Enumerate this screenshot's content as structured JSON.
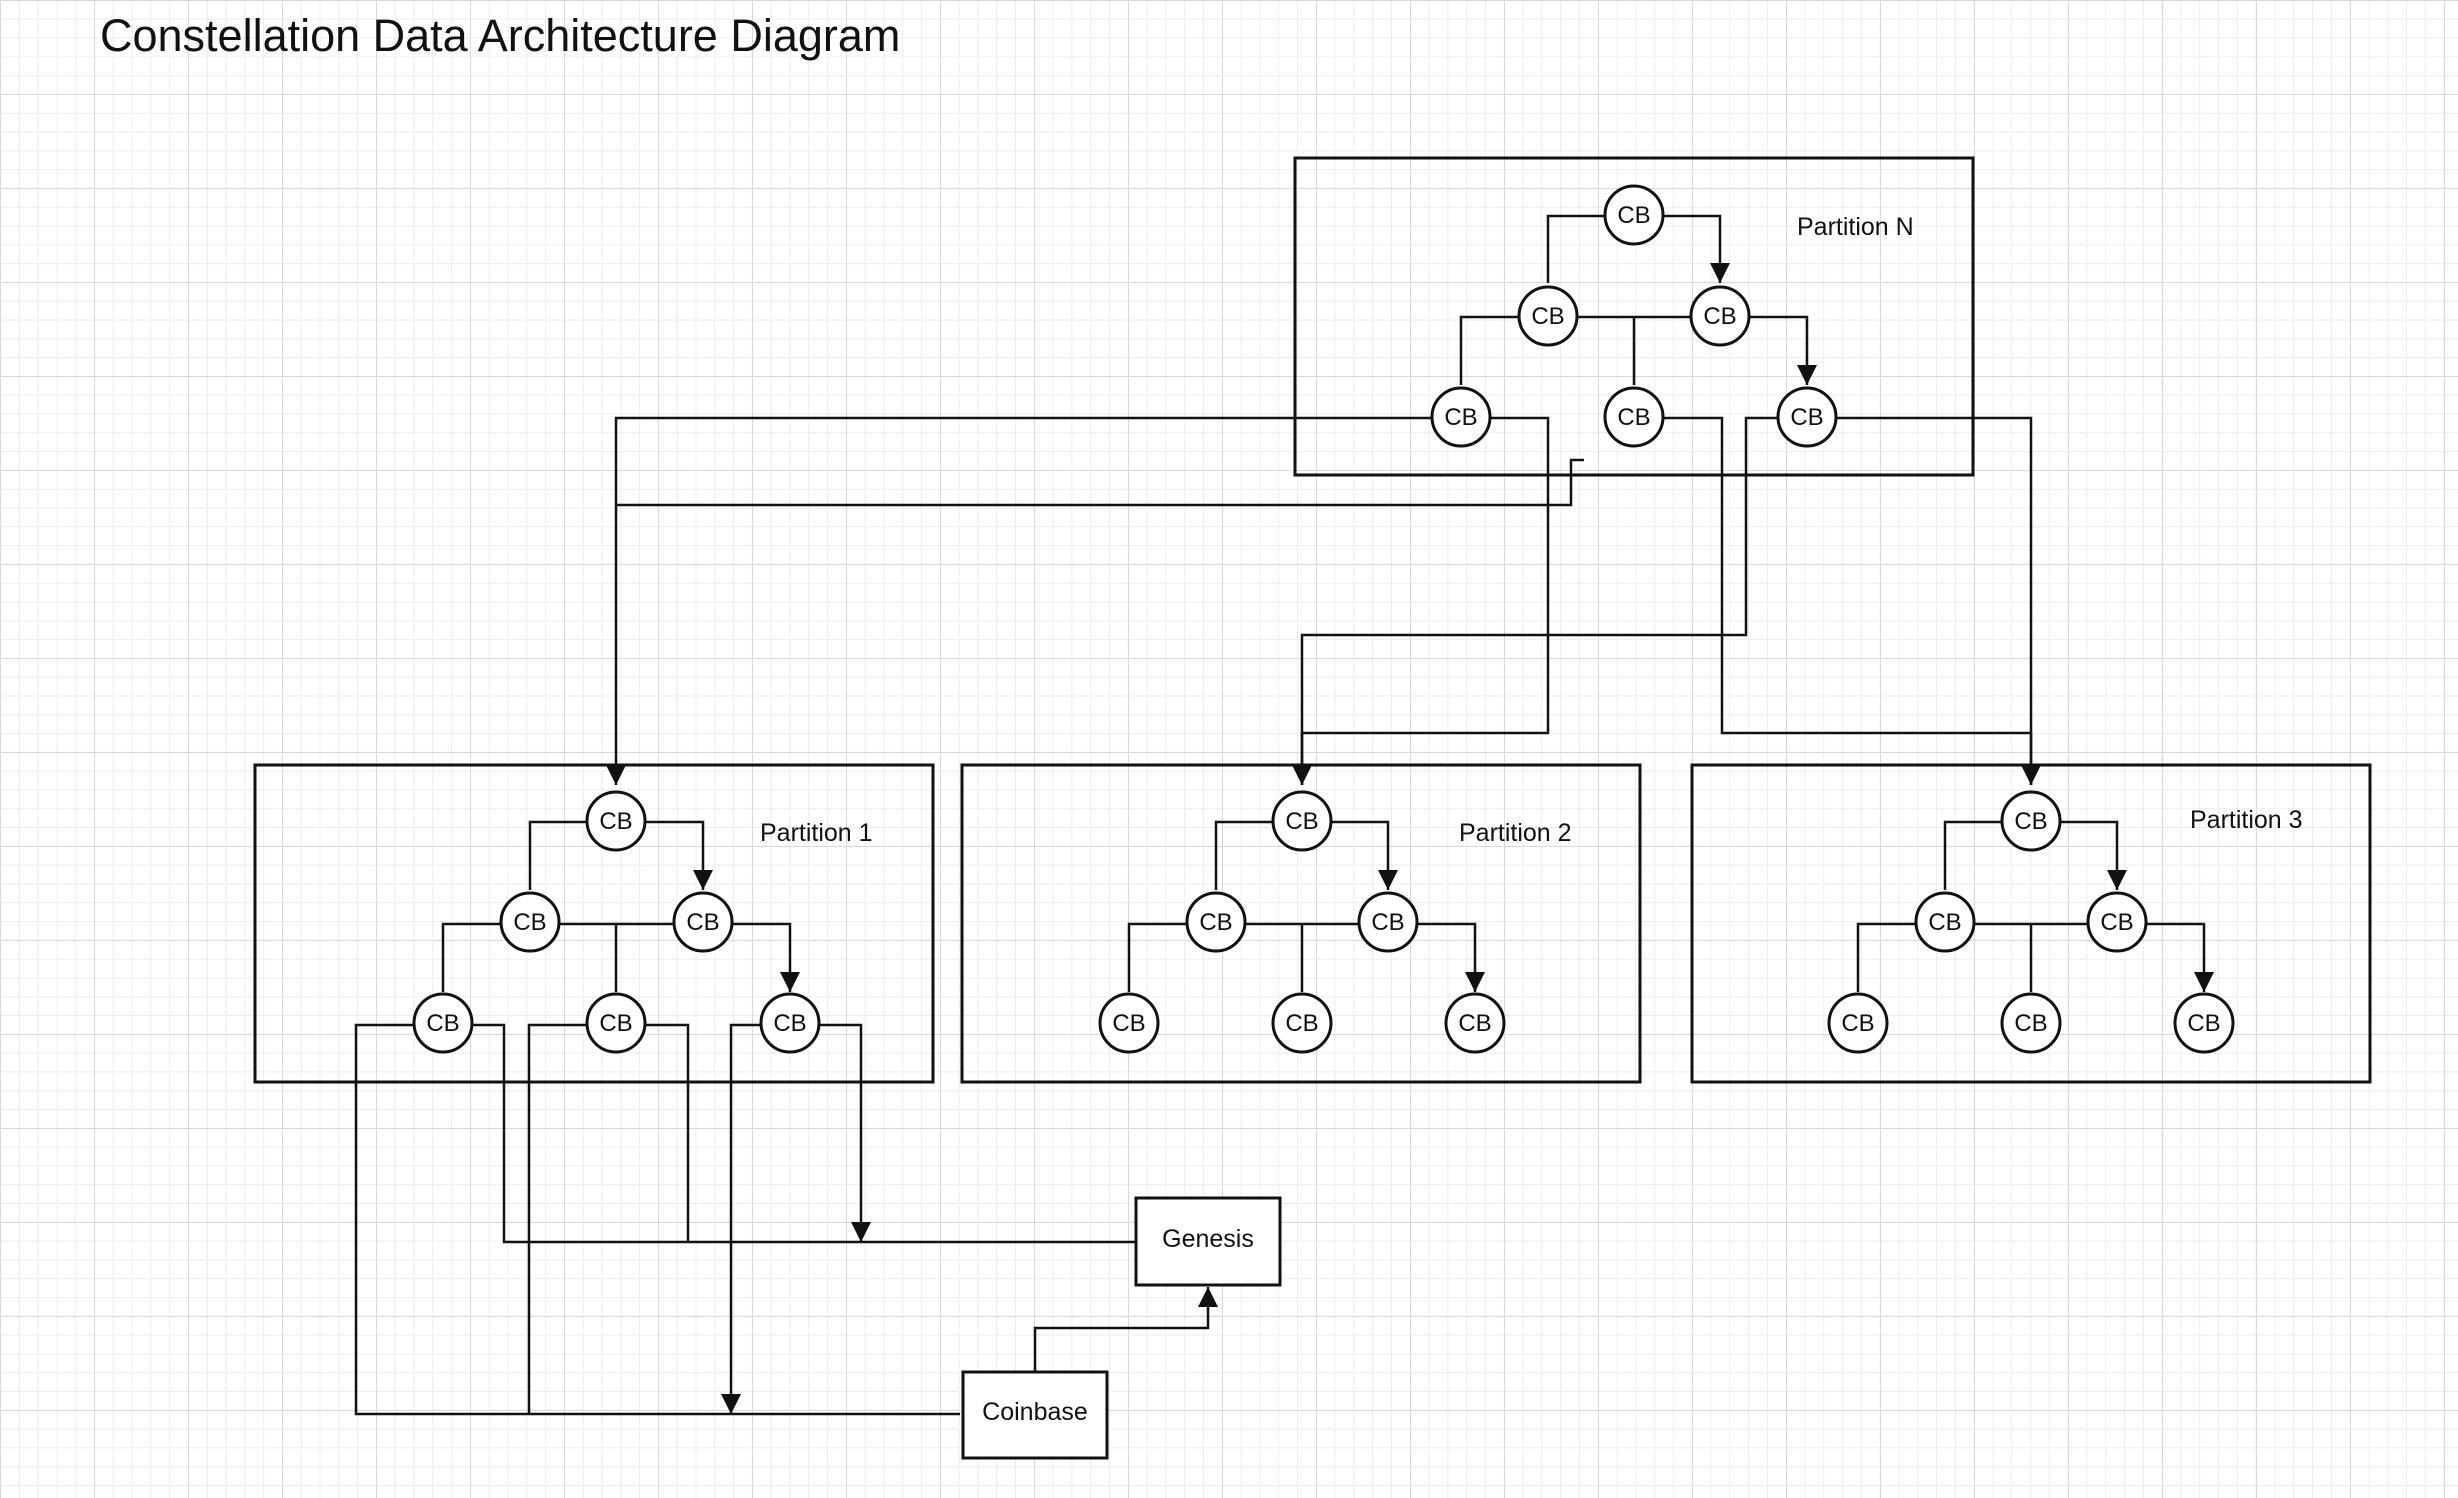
{
  "diagram": {
    "title": "Constellation Data Architecture Diagram",
    "partitions": [
      {
        "id": "pN",
        "label": "Partition N",
        "nodes": [
          "CB",
          "CB",
          "CB",
          "CB",
          "CB",
          "CB"
        ]
      },
      {
        "id": "p1",
        "label": "Partition 1",
        "nodes": [
          "CB",
          "CB",
          "CB",
          "CB",
          "CB",
          "CB"
        ]
      },
      {
        "id": "p2",
        "label": "Partition 2",
        "nodes": [
          "CB",
          "CB",
          "CB",
          "CB",
          "CB",
          "CB"
        ]
      },
      {
        "id": "p3",
        "label": "Partition 3",
        "nodes": [
          "CB",
          "CB",
          "CB",
          "CB",
          "CB",
          "CB"
        ]
      }
    ],
    "genesis_label": "Genesis",
    "coinbase_label": "Coinbase",
    "colors": {
      "line": "#111111",
      "fill": "#ffffff"
    }
  }
}
